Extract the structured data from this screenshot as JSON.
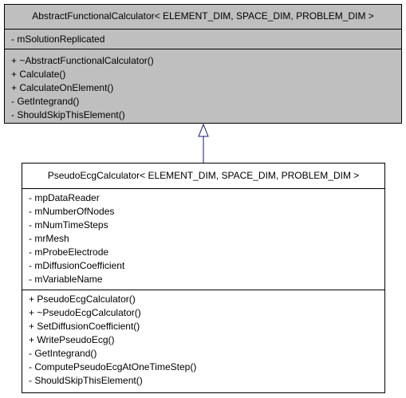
{
  "base_class": {
    "name": "AbstractFunctionalCalculator< ELEMENT_DIM, SPACE_DIM, PROBLEM_DIM >",
    "attributes": [
      "- mSolutionReplicated"
    ],
    "operations": [
      "+ ~AbstractFunctionalCalculator()",
      "+ Calculate()",
      "+ CalculateOnElement()",
      "- GetIntegrand()",
      "- ShouldSkipThisElement()"
    ]
  },
  "derived_class": {
    "name": "PseudoEcgCalculator< ELEMENT_DIM, SPACE_DIM, PROBLEM_DIM >",
    "attributes": [
      "- mpDataReader",
      "- mNumberOfNodes",
      "- mNumTimeSteps",
      "- mrMesh",
      "- mProbeElectrode",
      "- mDiffusionCoefficient",
      "- mVariableName"
    ],
    "operations": [
      "+ PseudoEcgCalculator()",
      "+ ~PseudoEcgCalculator()",
      "+ SetDiffusionCoefficient()",
      "+ WritePseudoEcg()",
      "- GetIntegrand()",
      "- ComputePseudoEcgAtOneTimeStep()",
      "- ShouldSkipThisElement()"
    ]
  },
  "colors": {
    "base_fill": "#bfbfbf",
    "derived_fill": "#ffffff",
    "arrow": "#191970"
  }
}
